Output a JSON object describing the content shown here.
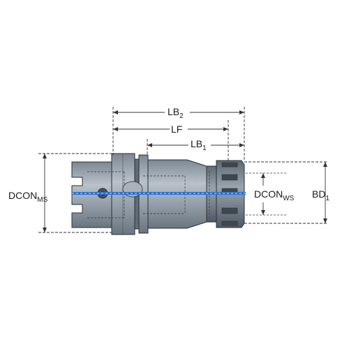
{
  "labels": {
    "lb2": {
      "main": "LB",
      "sub": "2"
    },
    "lf": {
      "main": "LF",
      "sub": ""
    },
    "lb1": {
      "main": "LB",
      "sub": "1"
    },
    "dcon_ms": {
      "main": "DCON",
      "sub": "MS"
    },
    "dcon_ws": {
      "main": "DCON",
      "sub": "WS"
    },
    "bd1": {
      "main": "BD",
      "sub": "1"
    }
  },
  "colors": {
    "body": "#8f9aa6",
    "body_dark": "#5f6a75",
    "body_light": "#b7c0c9",
    "coolant": "#2a6fd0",
    "dimension": "#333333",
    "text": "#1a1a1a"
  }
}
